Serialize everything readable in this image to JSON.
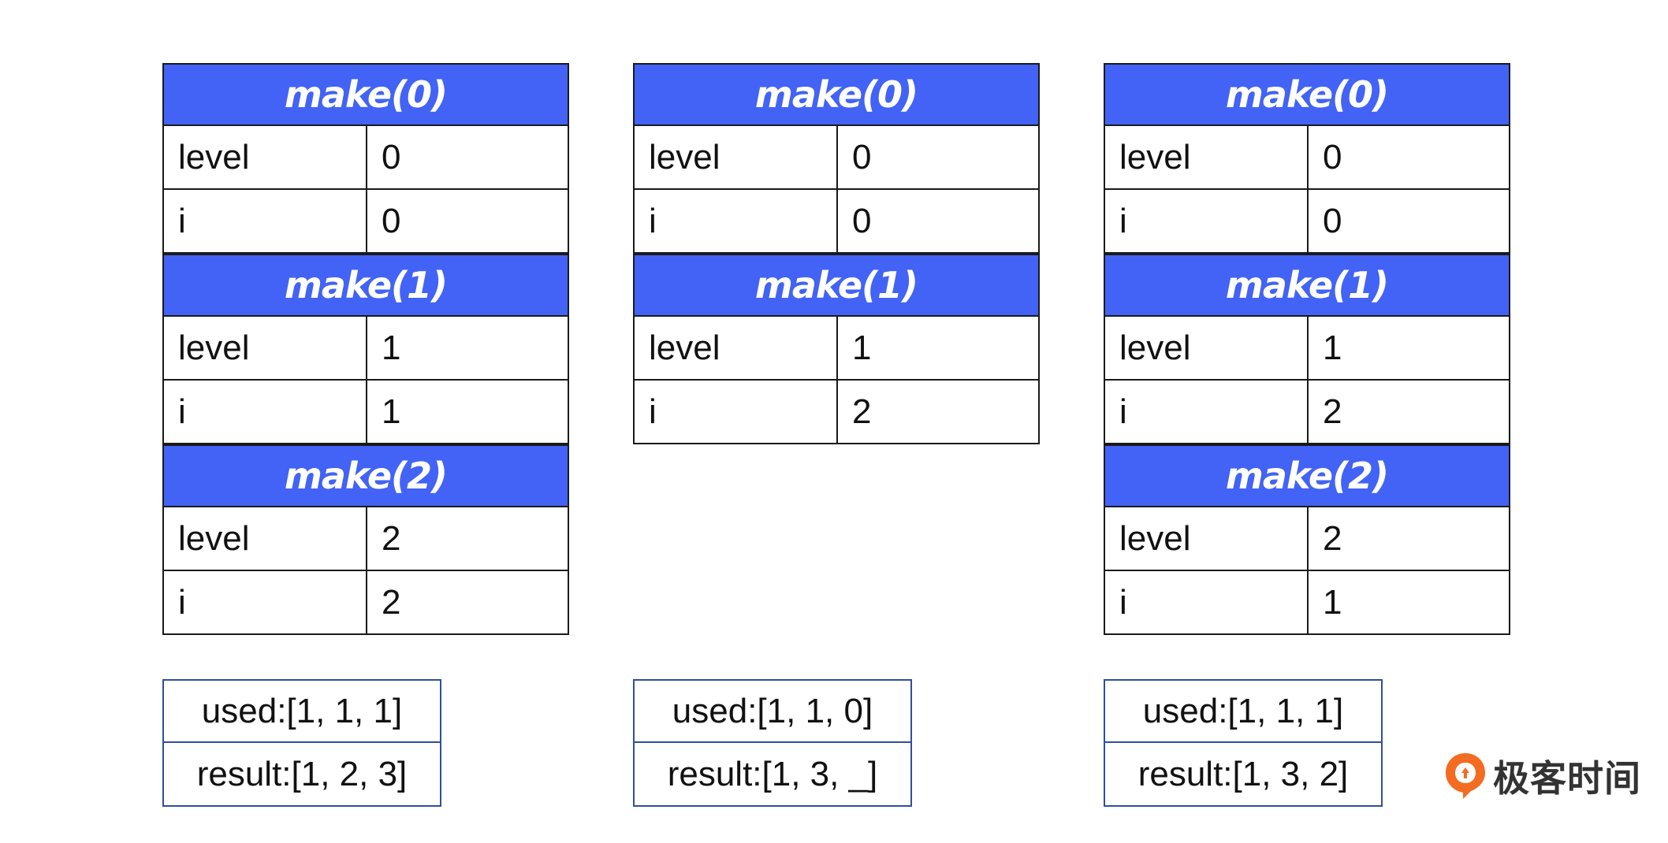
{
  "panels": [
    {
      "frames": [
        {
          "header": "make(0)",
          "rows": [
            {
              "key": "level",
              "value": "0"
            },
            {
              "key": "i",
              "value": "0"
            }
          ]
        },
        {
          "header": "make(1)",
          "rows": [
            {
              "key": "level",
              "value": "1"
            },
            {
              "key": "i",
              "value": "1"
            }
          ]
        },
        {
          "header": "make(2)",
          "rows": [
            {
              "key": "level",
              "value": "2"
            },
            {
              "key": "i",
              "value": "2"
            }
          ]
        }
      ],
      "used": "used:[1, 1, 1]",
      "result": "result:[1, 2, 3]"
    },
    {
      "frames": [
        {
          "header": "make(0)",
          "rows": [
            {
              "key": "level",
              "value": "0"
            },
            {
              "key": "i",
              "value": "0"
            }
          ]
        },
        {
          "header": "make(1)",
          "rows": [
            {
              "key": "level",
              "value": "1"
            },
            {
              "key": "i",
              "value": "2"
            }
          ]
        }
      ],
      "used": "used:[1, 1, 0]",
      "result": "result:[1, 3, _]"
    },
    {
      "frames": [
        {
          "header": "make(0)",
          "rows": [
            {
              "key": "level",
              "value": "0"
            },
            {
              "key": "i",
              "value": "0"
            }
          ]
        },
        {
          "header": "make(1)",
          "rows": [
            {
              "key": "level",
              "value": "1"
            },
            {
              "key": "i",
              "value": "2"
            }
          ]
        },
        {
          "header": "make(2)",
          "rows": [
            {
              "key": "level",
              "value": "2"
            },
            {
              "key": "i",
              "value": "1"
            }
          ]
        }
      ],
      "used": "used:[1, 1, 1]",
      "result": "result:[1, 3, 2]"
    }
  ],
  "logo": {
    "text": "极客时间",
    "icon": "geektime-logo-icon"
  },
  "colors": {
    "header_fill": "#4263f5",
    "logo_orange": "#f36c21"
  }
}
